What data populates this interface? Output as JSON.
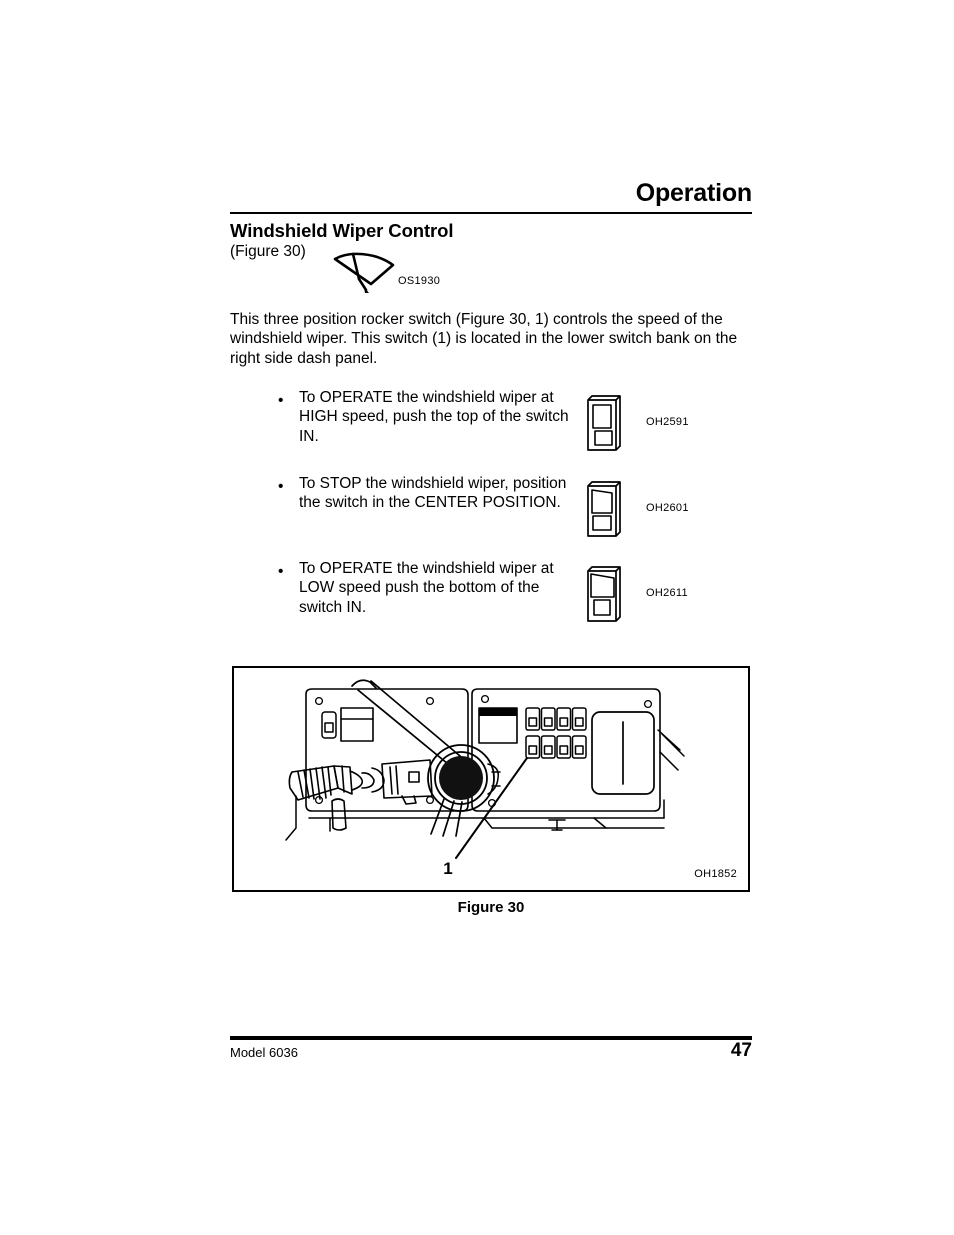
{
  "page": {
    "running_head": "Operation",
    "model": "Model  6036",
    "page_number": "47"
  },
  "section": {
    "title": "Windshield Wiper Control",
    "figure_ref": "(Figure 30)",
    "symbol_code": "OS1930",
    "symbol_icon": "windshield-wiper-icon",
    "intro": "This three position rocker switch (Figure 30, 1) controls the speed of the windshield wiper. This switch (1) is located in the lower switch bank on the right side dash panel."
  },
  "bullets": [
    {
      "marker": "•",
      "text": "To OPERATE the windshield wiper at HIGH speed, push the top of the switch IN.",
      "code": "OH2591",
      "icon": "rocker-switch-top-in-icon"
    },
    {
      "marker": "•",
      "text": "To STOP the windshield wiper, position the switch in the CENTER POSITION.",
      "code": "OH2601",
      "icon": "rocker-switch-center-icon"
    },
    {
      "marker": "•",
      "text": "To OPERATE the windshield wiper at LOW speed push the bottom of the switch IN.",
      "code": "OH2611",
      "icon": "rocker-switch-bottom-in-icon"
    }
  ],
  "figure": {
    "caption": "Figure 30",
    "code": "OH1852",
    "callout": "1",
    "description": "dash-panel-illustration"
  },
  "colors": {
    "ink": "#000000",
    "paper": "#ffffff",
    "panel_fill": "#ffffff",
    "dark_fill": "#1a1a1a"
  }
}
